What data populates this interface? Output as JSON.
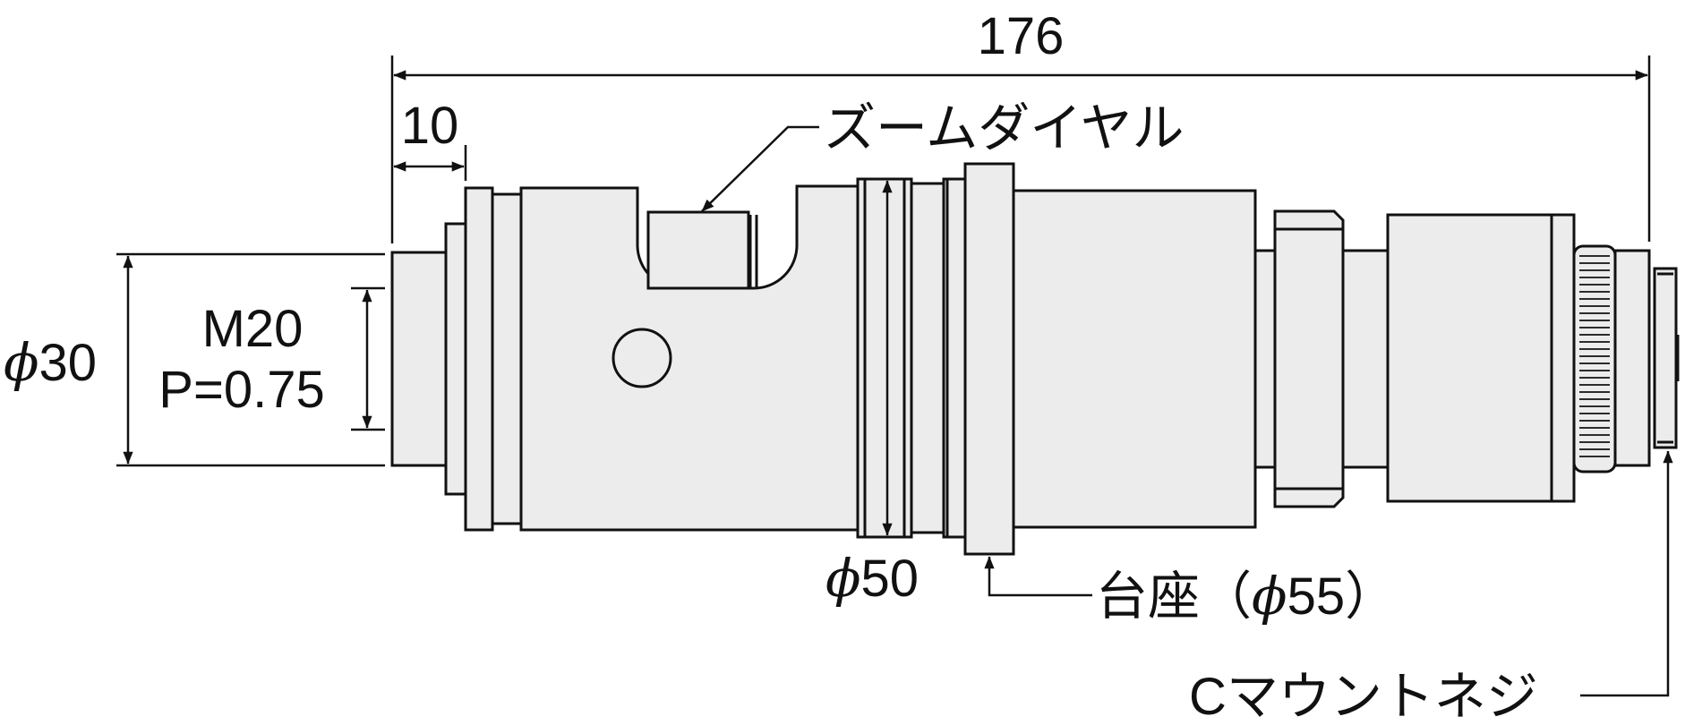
{
  "colors": {
    "stroke": "#111111",
    "body_fill": "#ececec",
    "background": "#ffffff"
  },
  "labels": {
    "overall_length": "176",
    "front_length": "10",
    "zoom_dial": "ズームダイヤル",
    "thread_line1": "M20",
    "thread_line2": "P=0.75",
    "phi_symbol": "ϕ",
    "dia_front": "30",
    "dia_body": "50",
    "mount_seat": "台座（",
    "mount_seat_dia": "55）",
    "c_mount": "Cマウントネジ"
  }
}
